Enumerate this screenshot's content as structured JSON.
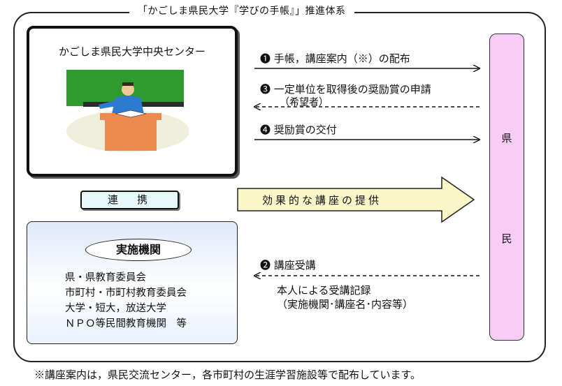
{
  "title": "「かごしま県民大学『学びの手帳』」推進体系",
  "center": {
    "name": "かごしま県民大学中央センター"
  },
  "renkei": "連　携",
  "institutions": {
    "title": "実施機関",
    "items": [
      "県・県教育委員会",
      "市町村・市町村教育委員会",
      "大学・短大，放送大学",
      "ＮＰＯ等民間教育機関　等"
    ]
  },
  "kenmin": [
    "県",
    "民"
  ],
  "flows": {
    "f1": "❶ 手帳，講座案内（※）の配布",
    "f3": "❸ 一定単位を取得後の奨励賞の申請",
    "f3_sub": "（希望者）",
    "f4": "❹ 奨励賞の交付",
    "main_arrow": "効果的な講座の提供",
    "f2": "❷ 講座受講",
    "f2_sub1": "本人による受講記録",
    "f2_sub2": "（実施機関･講座名･内容等）"
  },
  "footnote": "※講座案内は，県民交流センター，各市町村の生涯学習施設等で配布しています。",
  "colors": {
    "kenmin_bg": "#f8ccf6",
    "renkei_bg": "#e6f8fa",
    "arrow_fill": "#f9f7c8",
    "board": "#2e9a2f",
    "desk": "#ec8a4f"
  }
}
